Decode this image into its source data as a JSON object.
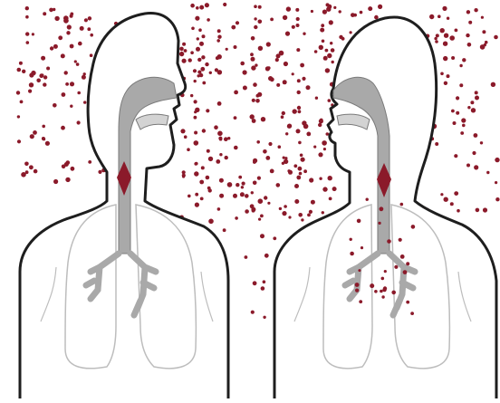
{
  "diagram": {
    "panels": [
      {
        "id": "left",
        "description": "person-silhouette-respiratory-tract"
      },
      {
        "id": "right",
        "description": "person-silhouette-respiratory-tract-with-inhaled-particles"
      }
    ],
    "colors": {
      "outline": "#1e1e1e",
      "airway_fill": "#a9a9a9",
      "airway_stroke": "#7a7a7a",
      "lung_outline": "#bdbdbd",
      "particle": "#8b1a2a",
      "background": "#ffffff"
    },
    "particle_density": "dense-between-heads"
  }
}
